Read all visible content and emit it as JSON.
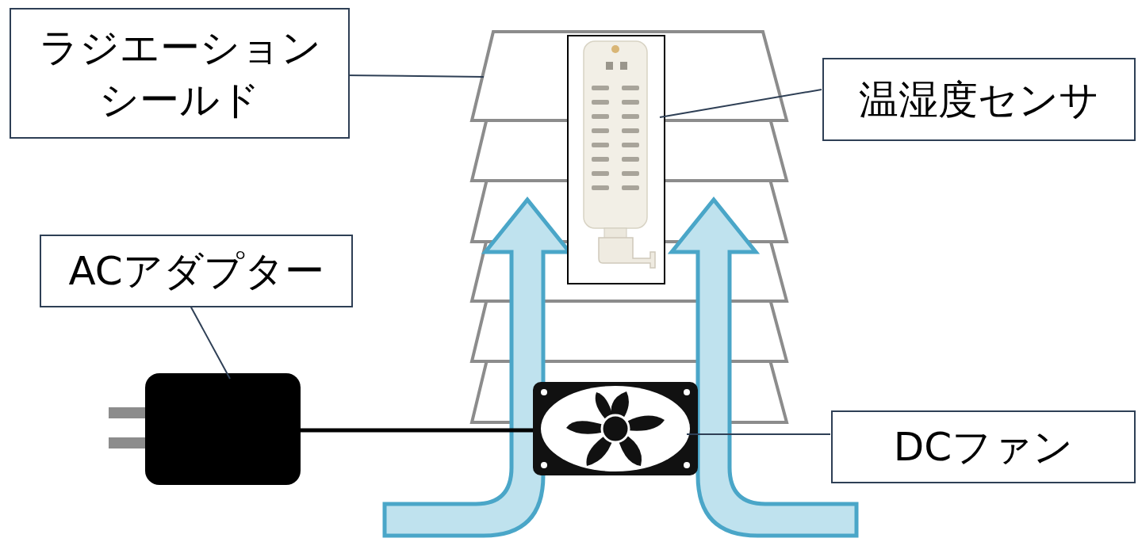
{
  "diagram": {
    "nodes": [
      {
        "text": [
          "ラジエーション シールド"
        ]
      },
      {
        "text": [
          "温湿度センサ"
        ]
      },
      {
        "text": [
          "ACアダプター"
        ]
      },
      {
        "text": [
          "DCファン"
        ]
      }
    ]
  }
}
